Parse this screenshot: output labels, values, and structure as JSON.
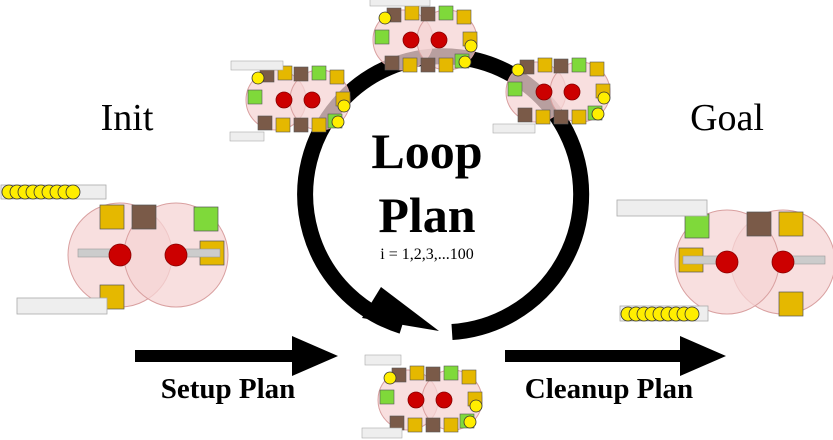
{
  "labels": {
    "init": "Init",
    "goal": "Goal",
    "loop_line1": "Loop",
    "loop_line2": "Plan",
    "iteration": "i = 1,2,3,...100",
    "setup": "Setup Plan",
    "cleanup": "Cleanup Plan"
  },
  "colors": {
    "yellow_block": "#e5b800",
    "brown_block": "#7a5a48",
    "green_block": "#7fd93a",
    "robot_red": "#cc0000",
    "workspace_pink": "#f6d4d4",
    "disc_yellow": "#ffee00",
    "arrow": "#000000",
    "tray": "#eeeeee"
  }
}
